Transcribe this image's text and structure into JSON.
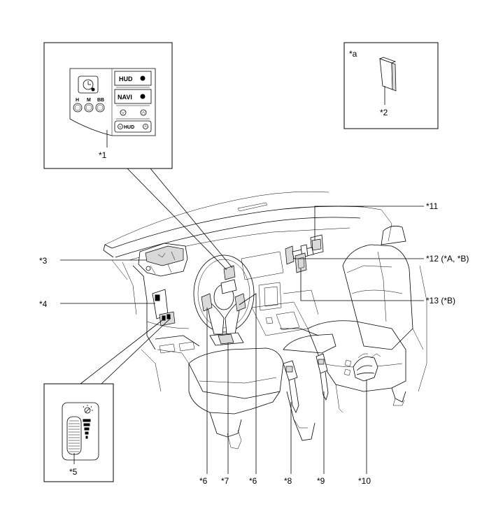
{
  "callouts": {
    "c1": "*1",
    "c2": "*2",
    "c3": "*3",
    "c4": "*4",
    "c5": "*5",
    "c6a": "*6",
    "c6b": "*6",
    "c7": "*7",
    "c8": "*8",
    "c9": "*9",
    "c10": "*10",
    "c11": "*11",
    "c12": "*12 (*A, *B)",
    "c13": "*13 (*B)",
    "ca": "*a"
  },
  "switch_panel": {
    "hud": "HUD",
    "navi": "NAVI",
    "h": "H",
    "m": "M",
    "bb": "BB",
    "hud_small": "HUD"
  }
}
